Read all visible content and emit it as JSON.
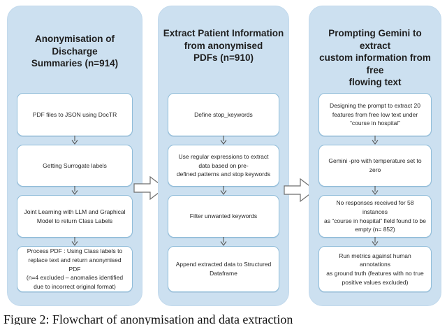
{
  "figure": {
    "caption": "Figure 2: Flowchart of anonymisation and data extraction"
  },
  "columns": [
    {
      "title": "Anonymisation of Discharge\nSummaries (n=914)",
      "boxes": [
        {
          "label": "PDF files to JSON using DocTR"
        },
        {
          "label": "Getting Surrogate labels"
        },
        {
          "label": "Joint Learning with LLM and Graphical\nModel to return Class Labels"
        },
        {
          "label": "Process PDF : Using Class labels to\nreplace text and return anonymised PDF\n(n=4 excluded – anomalies identified\ndue to incorrect original format)"
        }
      ]
    },
    {
      "title": "Extract Patient Information\nfrom anonymised\nPDFs (n=910)",
      "boxes": [
        {
          "label": "Define stop_keywords"
        },
        {
          "label": "Use regular expressions to extract\ndata based on pre-\ndefined patterns and stop keywords"
        },
        {
          "label": "Filter unwanted keywords"
        },
        {
          "label": "Append extracted data to Structured\nDataframe"
        }
      ]
    },
    {
      "title": "Prompting Gemini to extract\ncustom information from free\nflowing text",
      "boxes": [
        {
          "label": "Designing the prompt to extract 20\nfeatures from free low text under\n“course in hospital”"
        },
        {
          "label": "Gemini -pro with temperature set to zero"
        },
        {
          "label": "No responses received for 58 instances\nas “course in hospital” field found to be\nempty (n= 852)"
        },
        {
          "label": "Run metrics against human annotations\nas ground truth (features with no true\npositive values excluded)"
        }
      ]
    }
  ],
  "colors": {
    "panel_fill": "#cce0f0",
    "box_border": "#8fbcd9",
    "arrow_outline": "#6e6e6e",
    "text": "#1f1f1f"
  }
}
